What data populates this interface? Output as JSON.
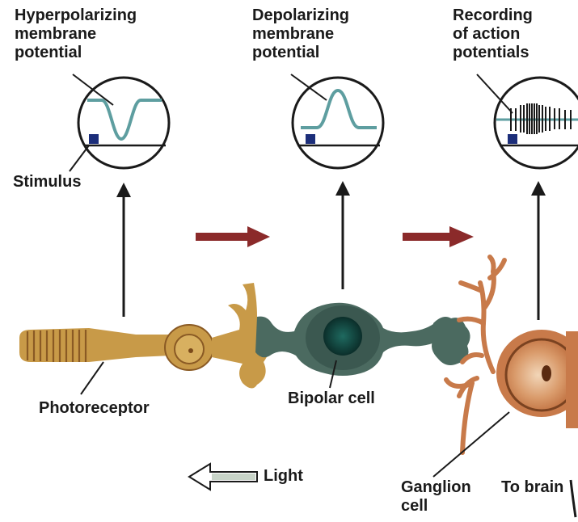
{
  "labels": {
    "hyperpolarizing": [
      "Hyperpolarizing",
      "membrane",
      "potential"
    ],
    "depolarizing": [
      "Depolarizing",
      "membrane",
      "potential"
    ],
    "recording": [
      "Recording",
      "of action",
      "potentials"
    ],
    "stimulus": "Stimulus",
    "photoreceptor": "Photoreceptor",
    "bipolar_cell": "Bipolar cell",
    "ganglion_cell": [
      "Ganglion",
      "cell"
    ],
    "to_brain": "To brain",
    "light": "Light"
  },
  "colors": {
    "photoreceptor": "#c89a48",
    "photoreceptor_dark": "#8a5a24",
    "bipolar": "#4b6a60",
    "bipolar_nucleus": "#0f3a36",
    "ganglion": "#c87a4a",
    "ganglion_dark": "#7a4220",
    "signal_trace": "#5e9ea0",
    "stimulus_box": "#1c2e7a",
    "transmission_arrow": "#8b2a2a"
  }
}
